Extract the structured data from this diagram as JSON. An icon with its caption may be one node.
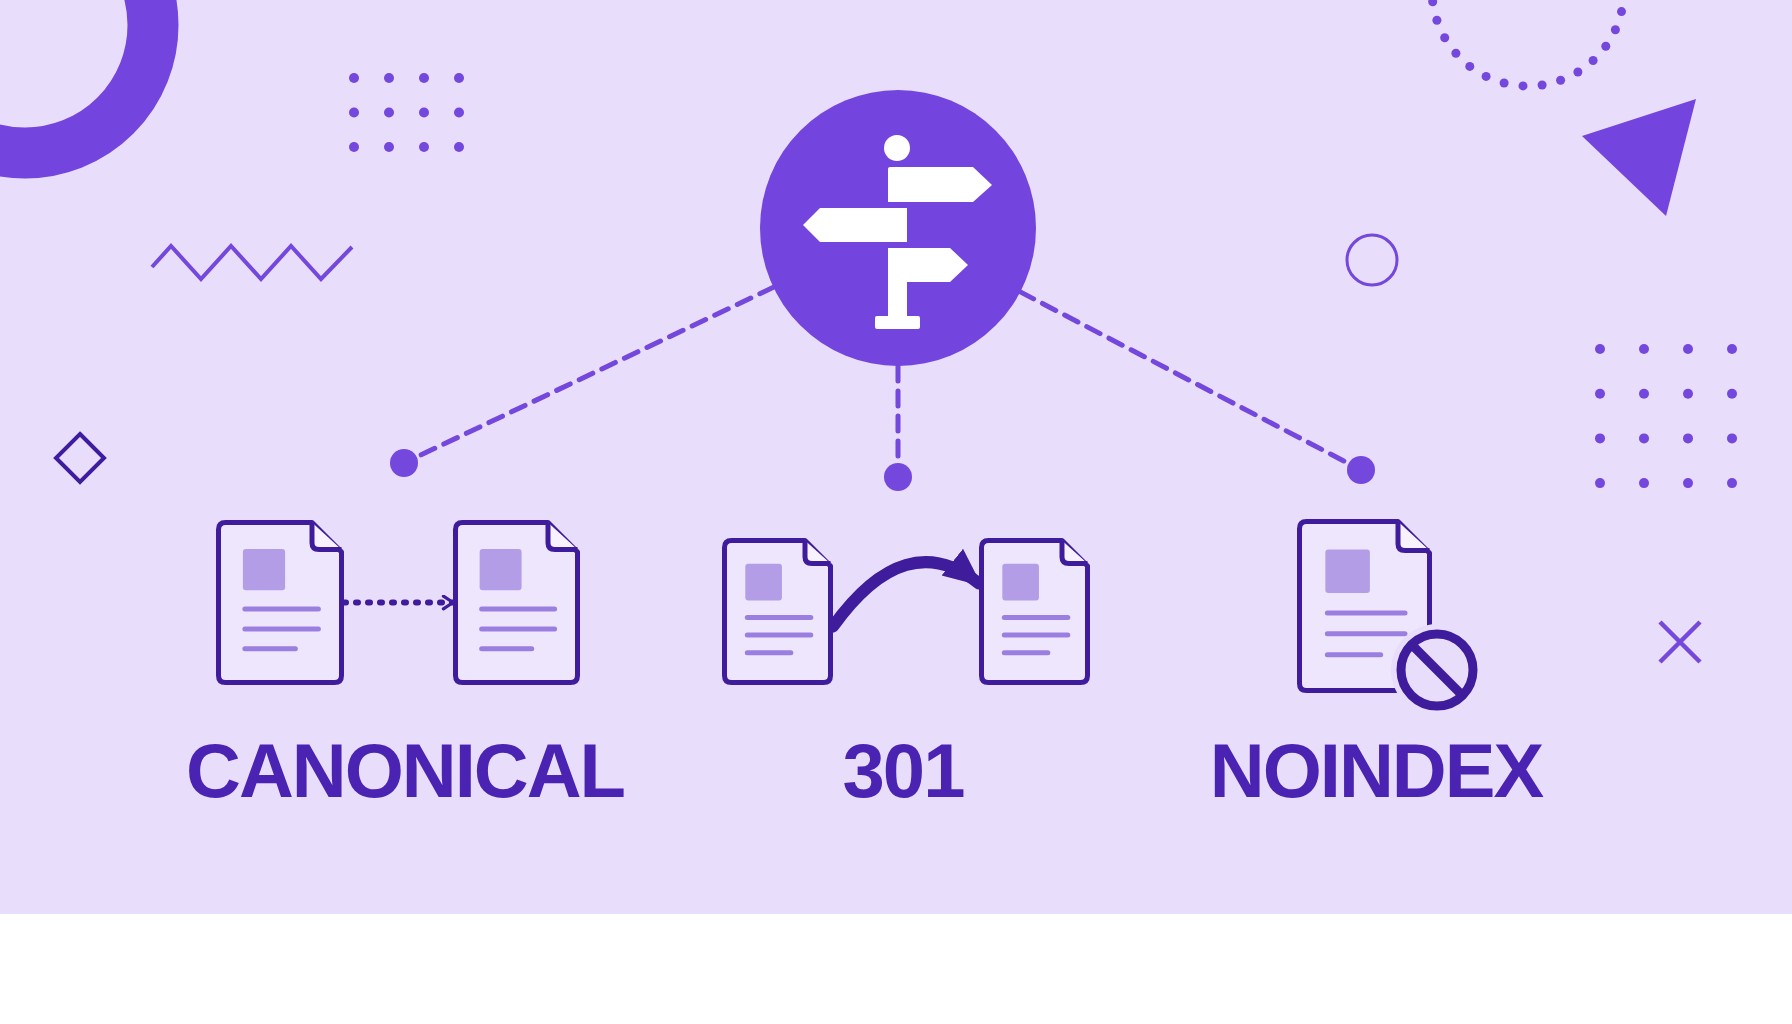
{
  "diagram": {
    "nodes": [
      {
        "text": [],
        "shape": "circle"
      },
      {
        "text": [],
        "shape": "circle"
      },
      {
        "text": [],
        "shape": "circle"
      },
      {
        "text": [],
        "shape": "circle"
      },
      {
        "text": [],
        "shape": "document"
      },
      {
        "text": [],
        "shape": "document"
      },
      {
        "text": [],
        "shape": "document"
      },
      {
        "text": [],
        "shape": "document"
      },
      {
        "text": [],
        "shape": "document"
      }
    ],
    "edges": [
      {
        "from": 0,
        "to": 1,
        "arrow": "none",
        "style": "dashed"
      },
      {
        "from": 0,
        "to": 2,
        "arrow": "none",
        "style": "dashed"
      },
      {
        "from": 0,
        "to": 3,
        "arrow": "none",
        "style": "dashed"
      },
      {
        "from": 4,
        "to": 5,
        "arrow": "to",
        "style": "dashed",
        "color": "#3e1c9c"
      },
      {
        "from": 6,
        "to": 7,
        "arrow": "to",
        "style": "thick",
        "color": "#3e1c9c"
      }
    ],
    "labels": [
      "CANONICAL",
      "301",
      "NOINDEX"
    ]
  }
}
